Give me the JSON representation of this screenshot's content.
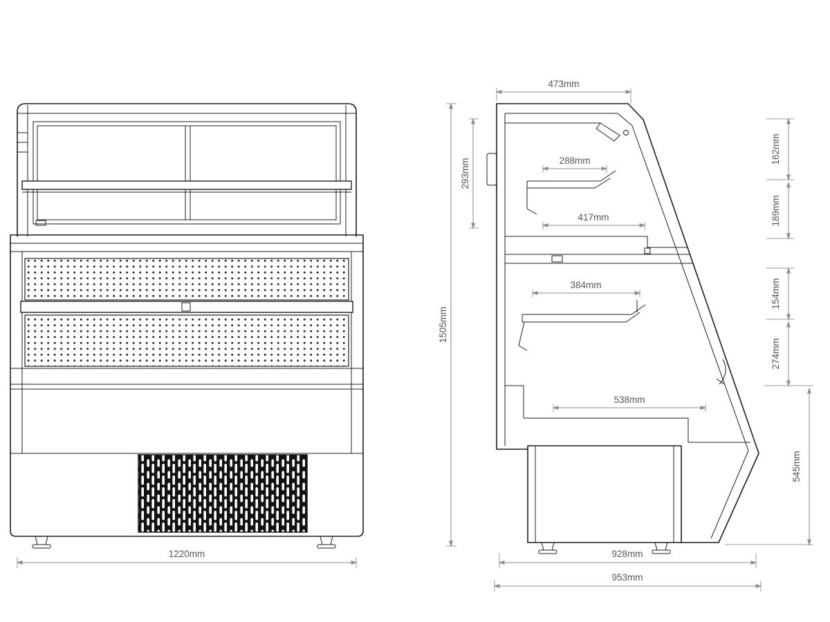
{
  "front_view": {
    "dims": {
      "overall_width": "1220mm"
    }
  },
  "side_view": {
    "dims": {
      "overall_height": "1505mm",
      "top_depth": "473mm",
      "upper_section_height": "293mm",
      "upper_shelf_depth": "288mm",
      "upper_well_depth": "417mm",
      "lower_shelf_depth": "384mm",
      "lower_well_depth": "538mm",
      "base_depth": "928mm",
      "overall_depth": "953mm",
      "front_top_height": "162mm",
      "front_upper_height": "189mm",
      "front_mid_height": "154mm",
      "front_lower_height": "274mm",
      "front_panel_height": "545mm"
    }
  }
}
